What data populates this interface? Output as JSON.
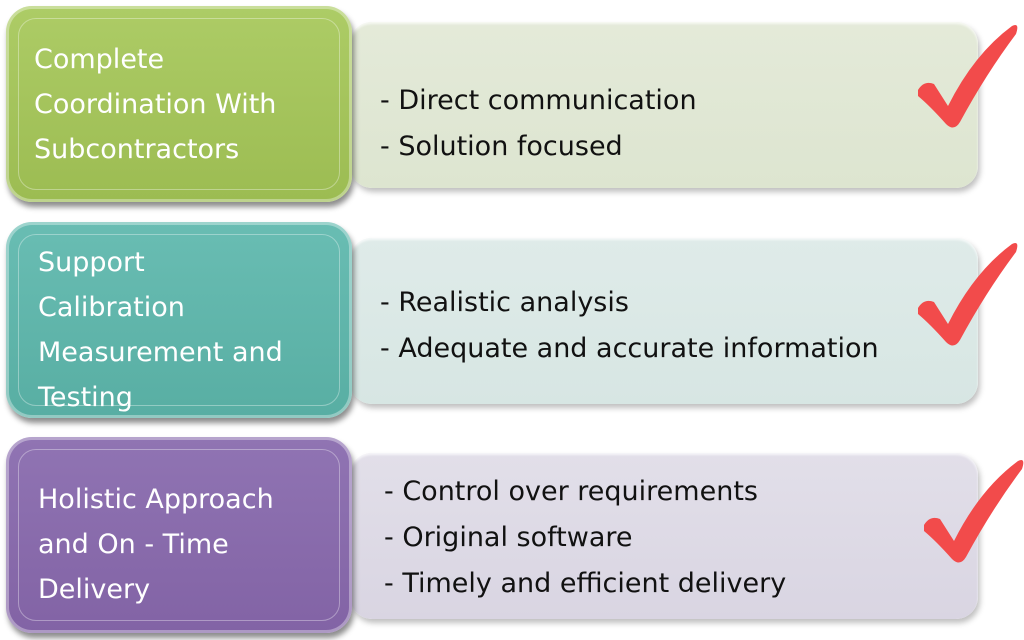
{
  "rows": [
    {
      "title": "Complete\nCoordination With\nSubcontractors",
      "color": "#a4c45c",
      "detail_color": "#e1e8d6",
      "items": [
        "- Direct communication",
        "- Solution focused"
      ],
      "check_icon": "checkmark-icon"
    },
    {
      "title": "Support\nCalibration\nMeasurement and\nTesting",
      "color": "#5fb5ab",
      "detail_color": "#dce9e7",
      "items": [
        "- Realistic analysis",
        "- Adequate and accurate information"
      ],
      "check_icon": "checkmark-icon"
    },
    {
      "title": "Holistic Approach\nand On - Time\nDelivery",
      "color": "#8a6bab",
      "detail_color": "#dedbe5",
      "items": [
        "- Control over requirements",
        "- Original software",
        "- Timely and efficient delivery"
      ],
      "check_icon": "checkmark-icon"
    }
  ],
  "check_color": "#f24b4b"
}
